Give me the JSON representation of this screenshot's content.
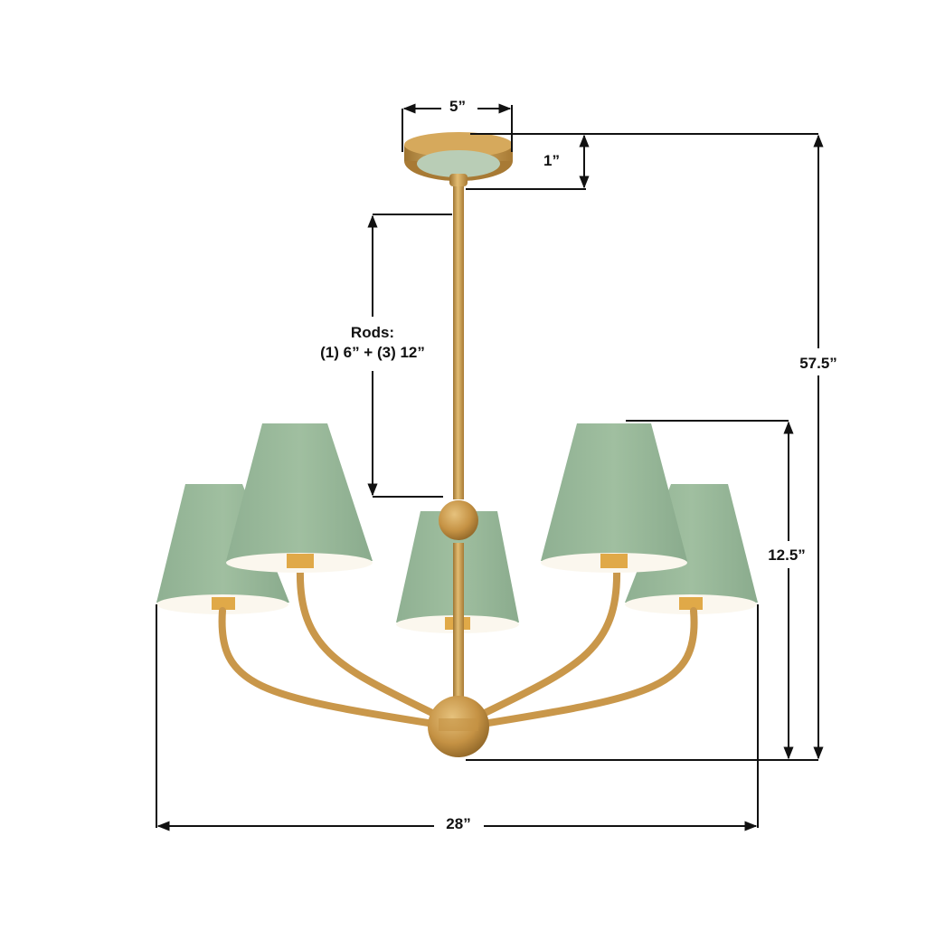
{
  "diagram": {
    "subject": "5-light chandelier with green tapered shades and brass arms",
    "colors": {
      "shade_green": "#98b89a",
      "shade_green_dark": "#86a98a",
      "shade_interior": "#fbf7ee",
      "brass": "#c9974a",
      "brass_dark": "#9e7431",
      "brass_light": "#e3bd73",
      "canopy_plate": "#b9cdb6",
      "dimension_line": "#111111"
    },
    "dimensions": {
      "canopy_width": "5”",
      "canopy_height": "1”",
      "rods_title": "Rods:",
      "rods_detail": "(1) 6” + (3) 12”",
      "overall_height": "57.5”",
      "fixture_height": "12.5”",
      "overall_width": "28”"
    }
  }
}
